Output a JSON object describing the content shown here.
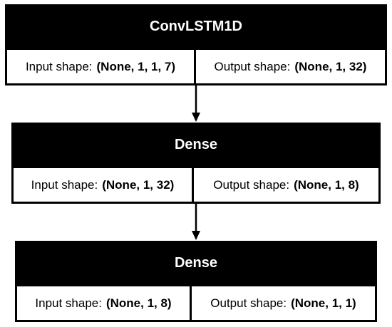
{
  "layers": [
    {
      "name": "ConvLSTM1D",
      "input_label": "Input shape:",
      "input_shape": "(None, 1, 1, 7)",
      "output_label": "Output shape:",
      "output_shape": "(None, 1, 32)"
    },
    {
      "name": "Dense",
      "input_label": "Input shape:",
      "input_shape": "(None, 1, 32)",
      "output_label": "Output shape:",
      "output_shape": "(None, 1, 8)"
    },
    {
      "name": "Dense",
      "input_label": "Input shape:",
      "input_shape": "(None, 1, 8)",
      "output_label": "Output shape:",
      "output_shape": "(None, 1, 1)"
    }
  ]
}
